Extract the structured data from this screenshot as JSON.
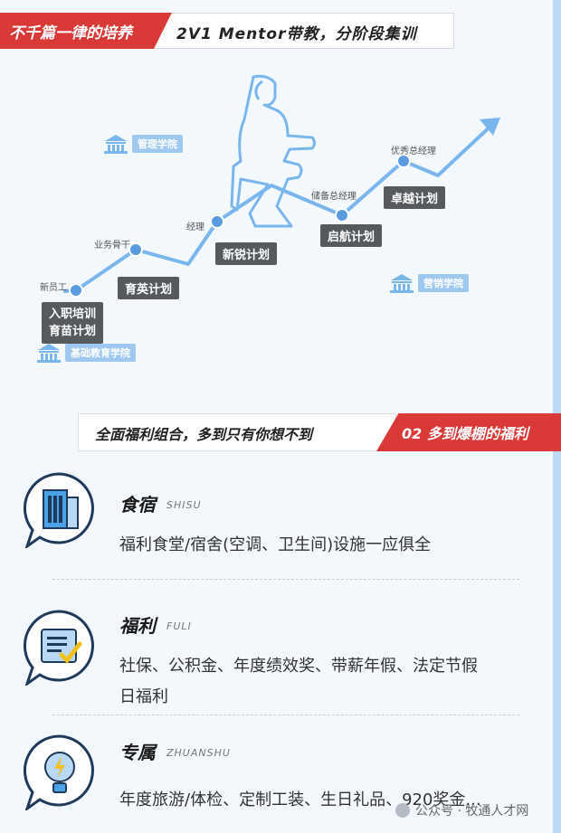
{
  "banners": {
    "top_red": "不千篇一律的培养",
    "top_white": "2V1 Mentor带教，分阶段集训",
    "mid_white": "全面福利组合，多到只有你想不到",
    "mid_red": "02  多到爆棚的福利"
  },
  "diagram": {
    "academies": [
      "管理学院",
      "营销学院",
      "基础教育学院"
    ],
    "point_labels": [
      "新员工",
      "业务骨干",
      "经理",
      "储备总经理",
      "优秀总经理"
    ],
    "plans": {
      "entry": [
        "入职培训",
        "育苗计划"
      ],
      "yuying": "育英计划",
      "xinrui": "新锐计划",
      "qihang": "启航计划",
      "zhuoyue": "卓越计划"
    }
  },
  "sections": [
    {
      "title": "食宿",
      "subtitle": "SHISU",
      "desc": "福利食堂/宿舍(空调、卫生间)设施一应俱全"
    },
    {
      "title": "福利",
      "subtitle": "FULI",
      "desc_lines": [
        "社保、公积金、年度绩效奖、带薪年假、法定节假",
        "日福利"
      ]
    },
    {
      "title": "专属",
      "subtitle": "ZHUANSHU",
      "desc": "年度旅游/体检、定制工装、生日礼品、920奖金..."
    }
  ],
  "watermark": "公众号 · 牧通人才网",
  "colors": {
    "red": "#d93a38",
    "blue_line": "#7ab6ee",
    "gray_box": "#555a5f",
    "light_blue": "#9fc8f0"
  }
}
